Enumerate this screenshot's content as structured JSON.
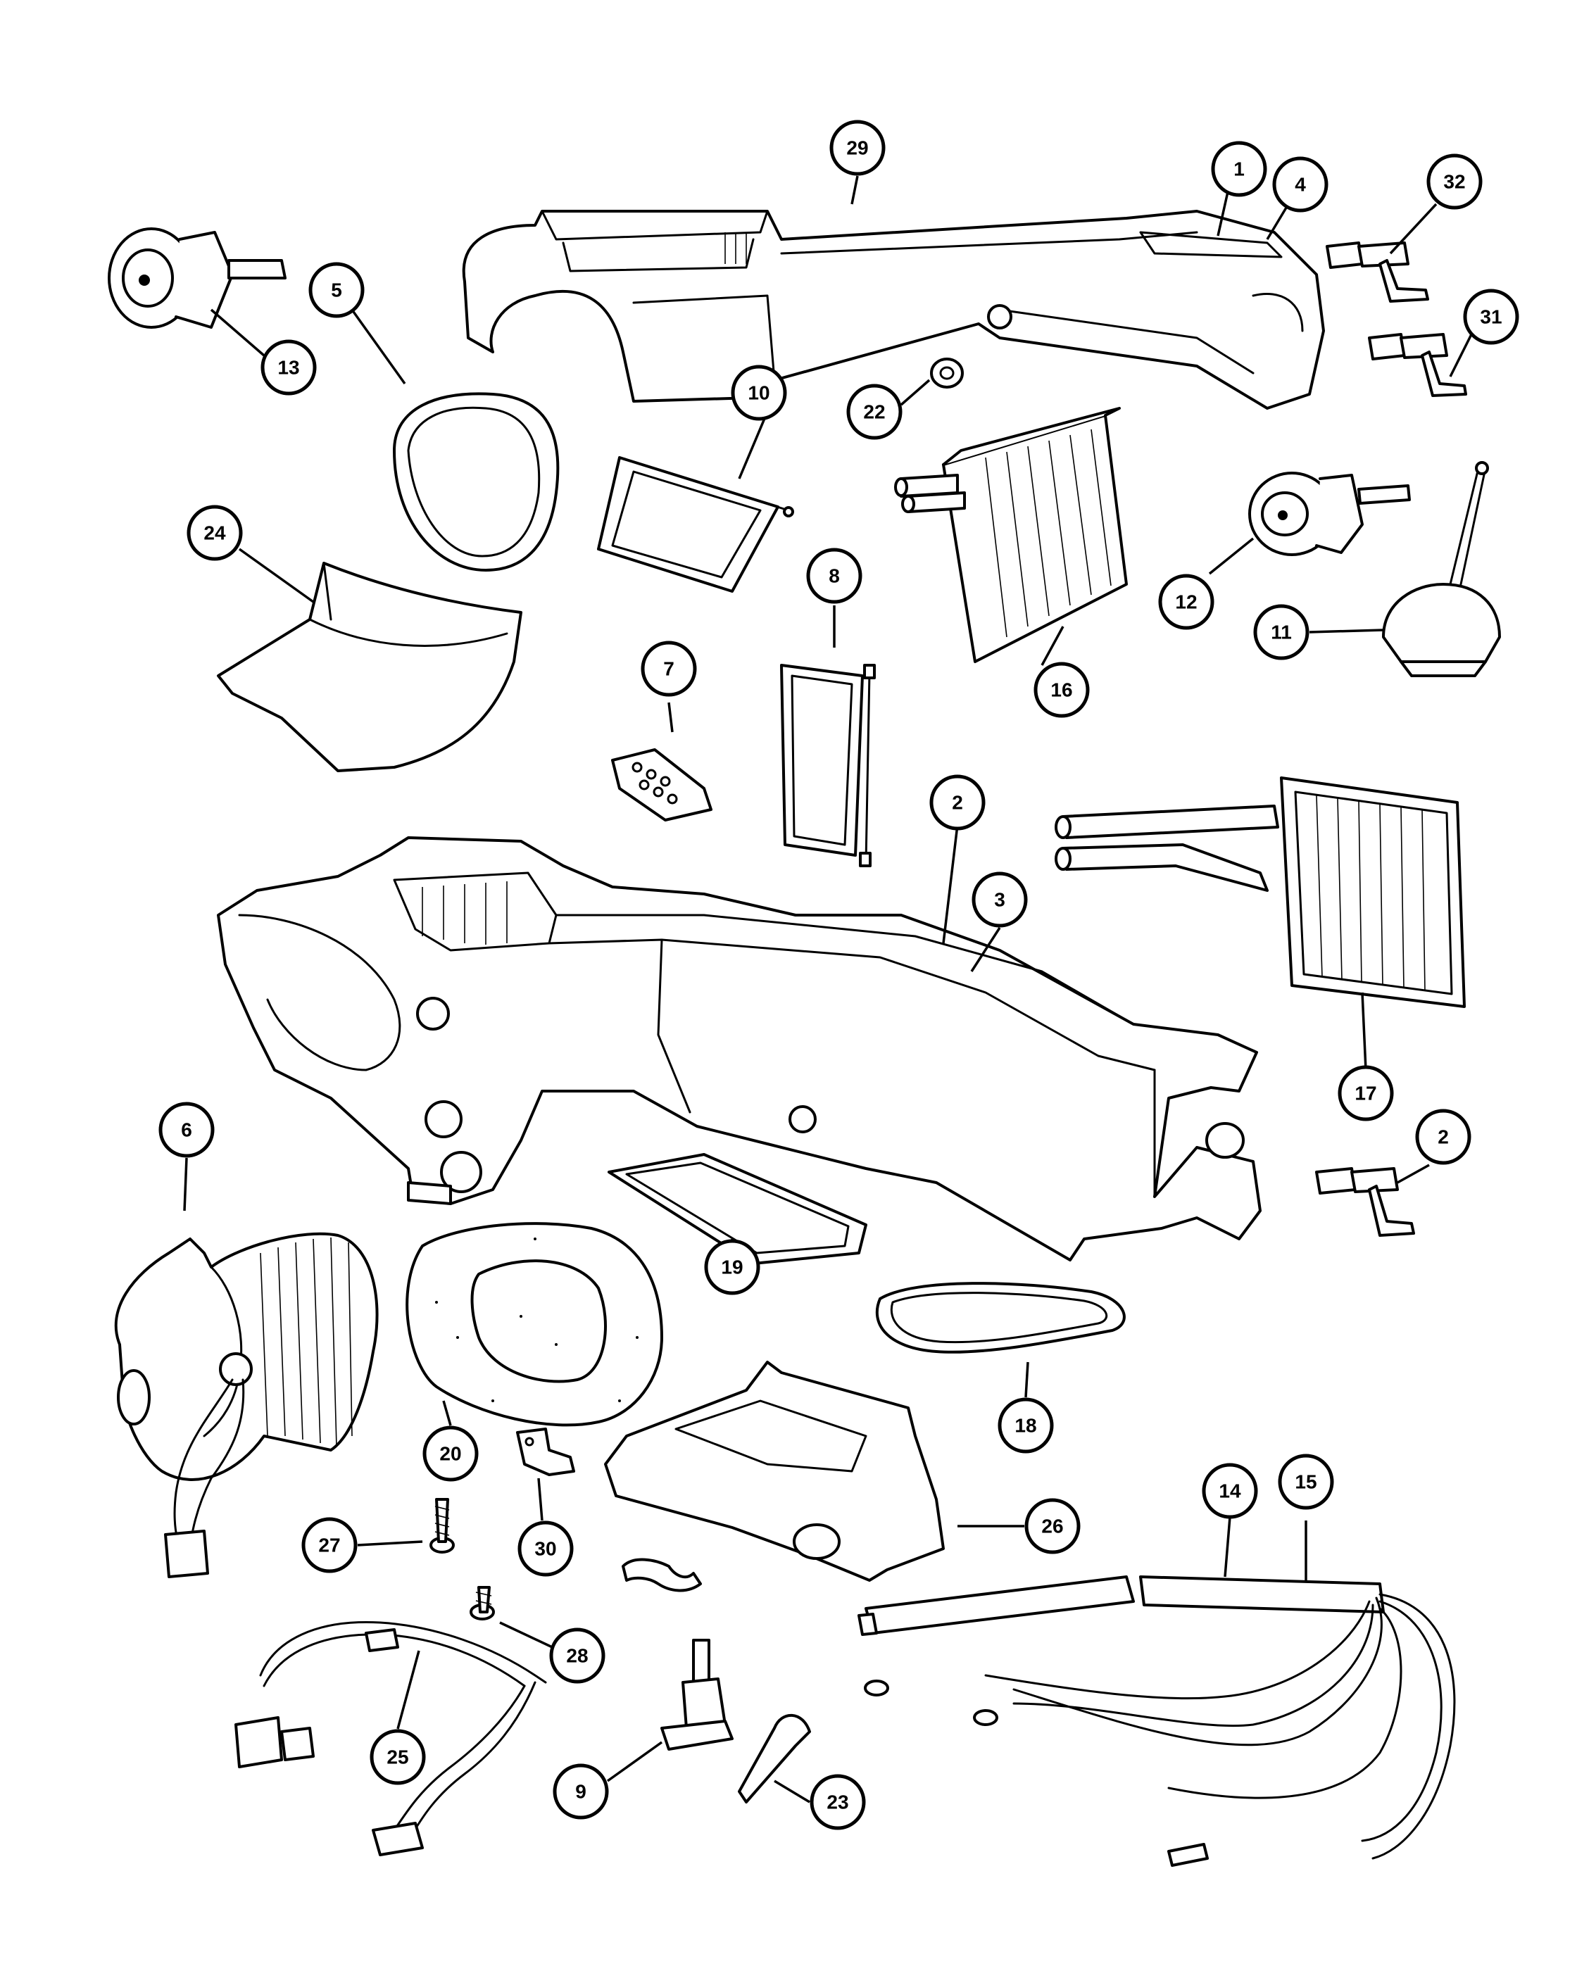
{
  "diagram": {
    "callouts": [
      {
        "label": "1"
      },
      {
        "label": "4"
      },
      {
        "label": "29"
      },
      {
        "label": "32"
      },
      {
        "label": "31"
      },
      {
        "label": "13"
      },
      {
        "label": "5"
      },
      {
        "label": "10"
      },
      {
        "label": "22"
      },
      {
        "label": "24"
      },
      {
        "label": "12"
      },
      {
        "label": "11"
      },
      {
        "label": "16"
      },
      {
        "label": "8"
      },
      {
        "label": "7"
      },
      {
        "label": "2"
      },
      {
        "label": "3"
      },
      {
        "label": "17"
      },
      {
        "label": "6"
      },
      {
        "label": "2"
      },
      {
        "label": "19"
      },
      {
        "label": "20"
      },
      {
        "label": "18"
      },
      {
        "label": "26"
      },
      {
        "label": "27"
      },
      {
        "label": "30"
      },
      {
        "label": "14"
      },
      {
        "label": "15"
      },
      {
        "label": "28"
      },
      {
        "label": "25"
      },
      {
        "label": "9"
      },
      {
        "label": "23"
      }
    ]
  },
  "colors": {
    "line": "#000000",
    "background": "#ffffff"
  }
}
